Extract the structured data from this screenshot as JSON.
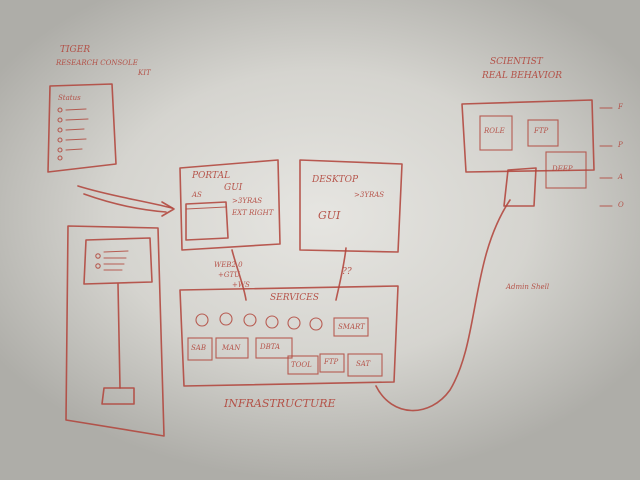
{
  "top_left": {
    "title_line1": "TIGER",
    "title_line2": "RESEARCH CONSOLE",
    "title_line3": "KIT",
    "card_header": "Status"
  },
  "portal": {
    "title": "PORTAL",
    "sub": "GUI",
    "tab": "AS",
    "note1": ">3YRAS",
    "note2": "EXT RIGHT"
  },
  "desktop": {
    "title": "DESKTOP",
    "gui": "GUI",
    "note": ">3YRAS"
  },
  "arrow_notes": {
    "left_line1": "WEB2.0",
    "left_line2": "+GTU",
    "left_line3": "+WS",
    "right": "??"
  },
  "services": {
    "title": "SERVICES",
    "boxes": [
      "SMART",
      "SAB",
      "MAN",
      "DBTA",
      "TOOL",
      "FTP",
      "SAT"
    ]
  },
  "infrastructure": "INFRASTRUCTURE",
  "scientist": {
    "title_line1": "SCIENTIST",
    "title_line2": "REAL BEHAVIOR",
    "boxes": [
      "ROLE",
      "FTP",
      "DEEP"
    ]
  },
  "admin": "Admin Shell",
  "right_margin": [
    "F",
    "P",
    "A",
    "O"
  ]
}
